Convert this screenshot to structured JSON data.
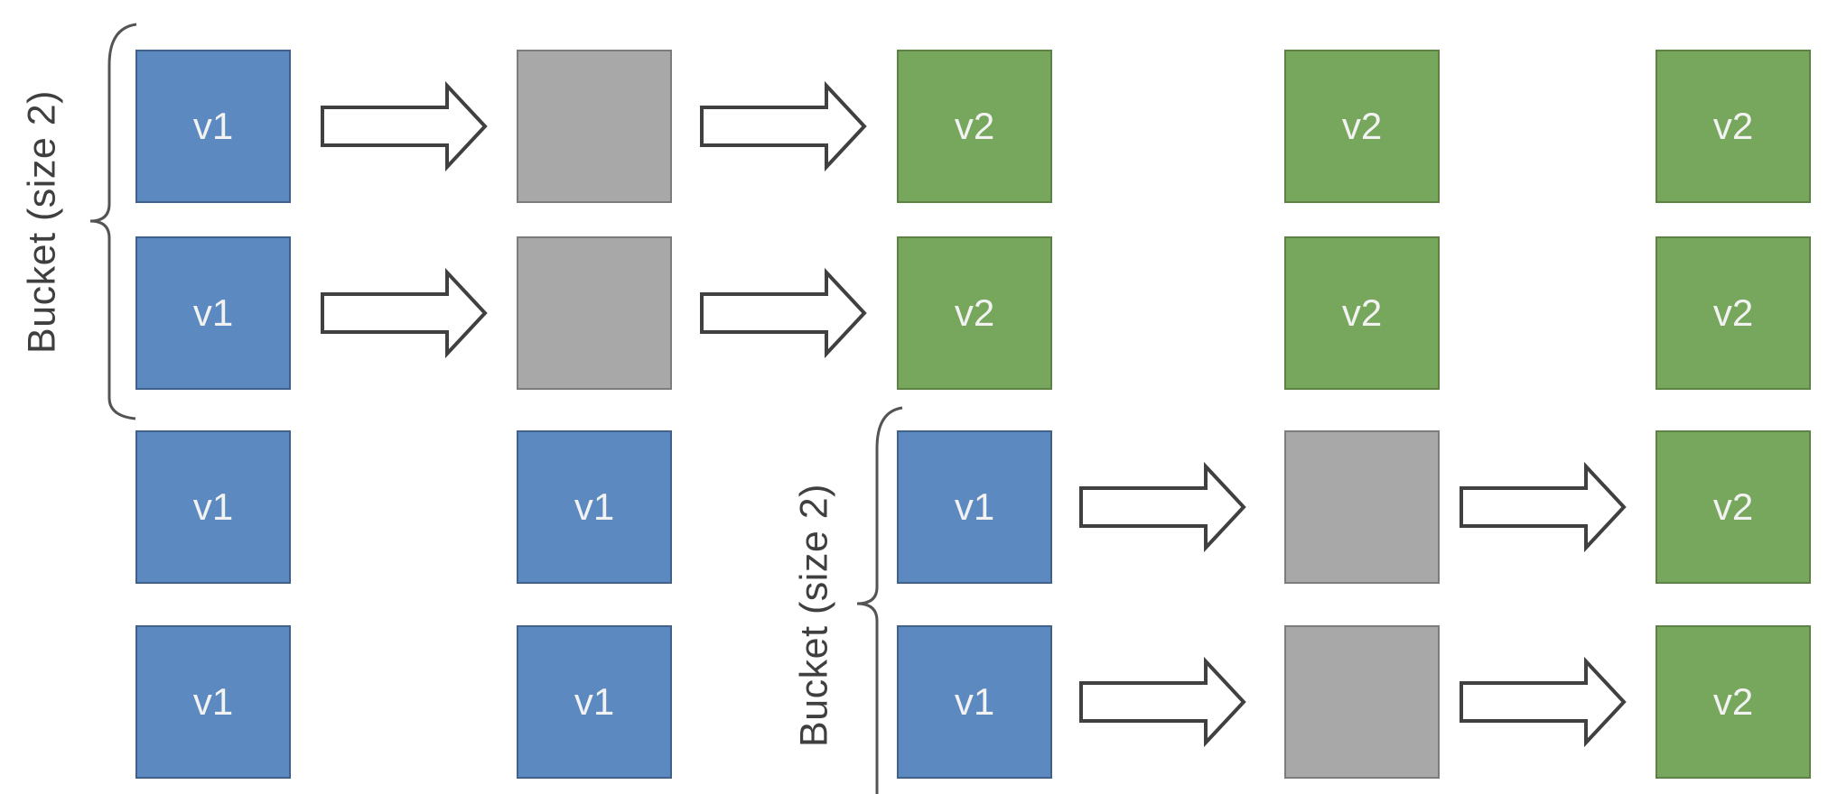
{
  "diagram": {
    "title_hint": "vector upgrade buckets diagram",
    "colors": {
      "background": "#ffffff",
      "v1_fill": "#5b89c0",
      "v1_border": "#3f618c",
      "v2_fill": "#77a75c",
      "v2_border": "#5d8243",
      "empty_fill": "#a8a8a8",
      "empty_border": "#7c7c7c",
      "arrow_fill": "#ffffff",
      "arrow_outline": "#404040",
      "brace": "#545454",
      "label_text": "#3f3f3f",
      "square_text": "#f2f2f2"
    },
    "buckets": [
      {
        "label": "Bucket (size 2)"
      },
      {
        "label": "Bucket (size 2)"
      }
    ],
    "grid": {
      "rows": [
        {
          "squares": [
            {
              "type": "v1",
              "label": "v1"
            },
            {
              "type": "empty",
              "label": ""
            },
            {
              "type": "v2",
              "label": "v2"
            },
            {
              "type": "v2",
              "label": "v2"
            },
            {
              "type": "v2",
              "label": "v2"
            }
          ]
        },
        {
          "squares": [
            {
              "type": "v1",
              "label": "v1"
            },
            {
              "type": "empty",
              "label": ""
            },
            {
              "type": "v2",
              "label": "v2"
            },
            {
              "type": "v2",
              "label": "v2"
            },
            {
              "type": "v2",
              "label": "v2"
            }
          ]
        },
        {
          "squares": [
            {
              "type": "v1",
              "label": "v1"
            },
            {
              "type": "v1",
              "label": "v1"
            },
            {
              "type": "v1",
              "label": "v1"
            },
            {
              "type": "empty",
              "label": ""
            },
            {
              "type": "v2",
              "label": "v2"
            }
          ]
        },
        {
          "squares": [
            {
              "type": "v1",
              "label": "v1"
            },
            {
              "type": "v1",
              "label": "v1"
            },
            {
              "type": "v1",
              "label": "v1"
            },
            {
              "type": "empty",
              "label": ""
            },
            {
              "type": "v2",
              "label": "v2"
            }
          ]
        }
      ]
    }
  }
}
